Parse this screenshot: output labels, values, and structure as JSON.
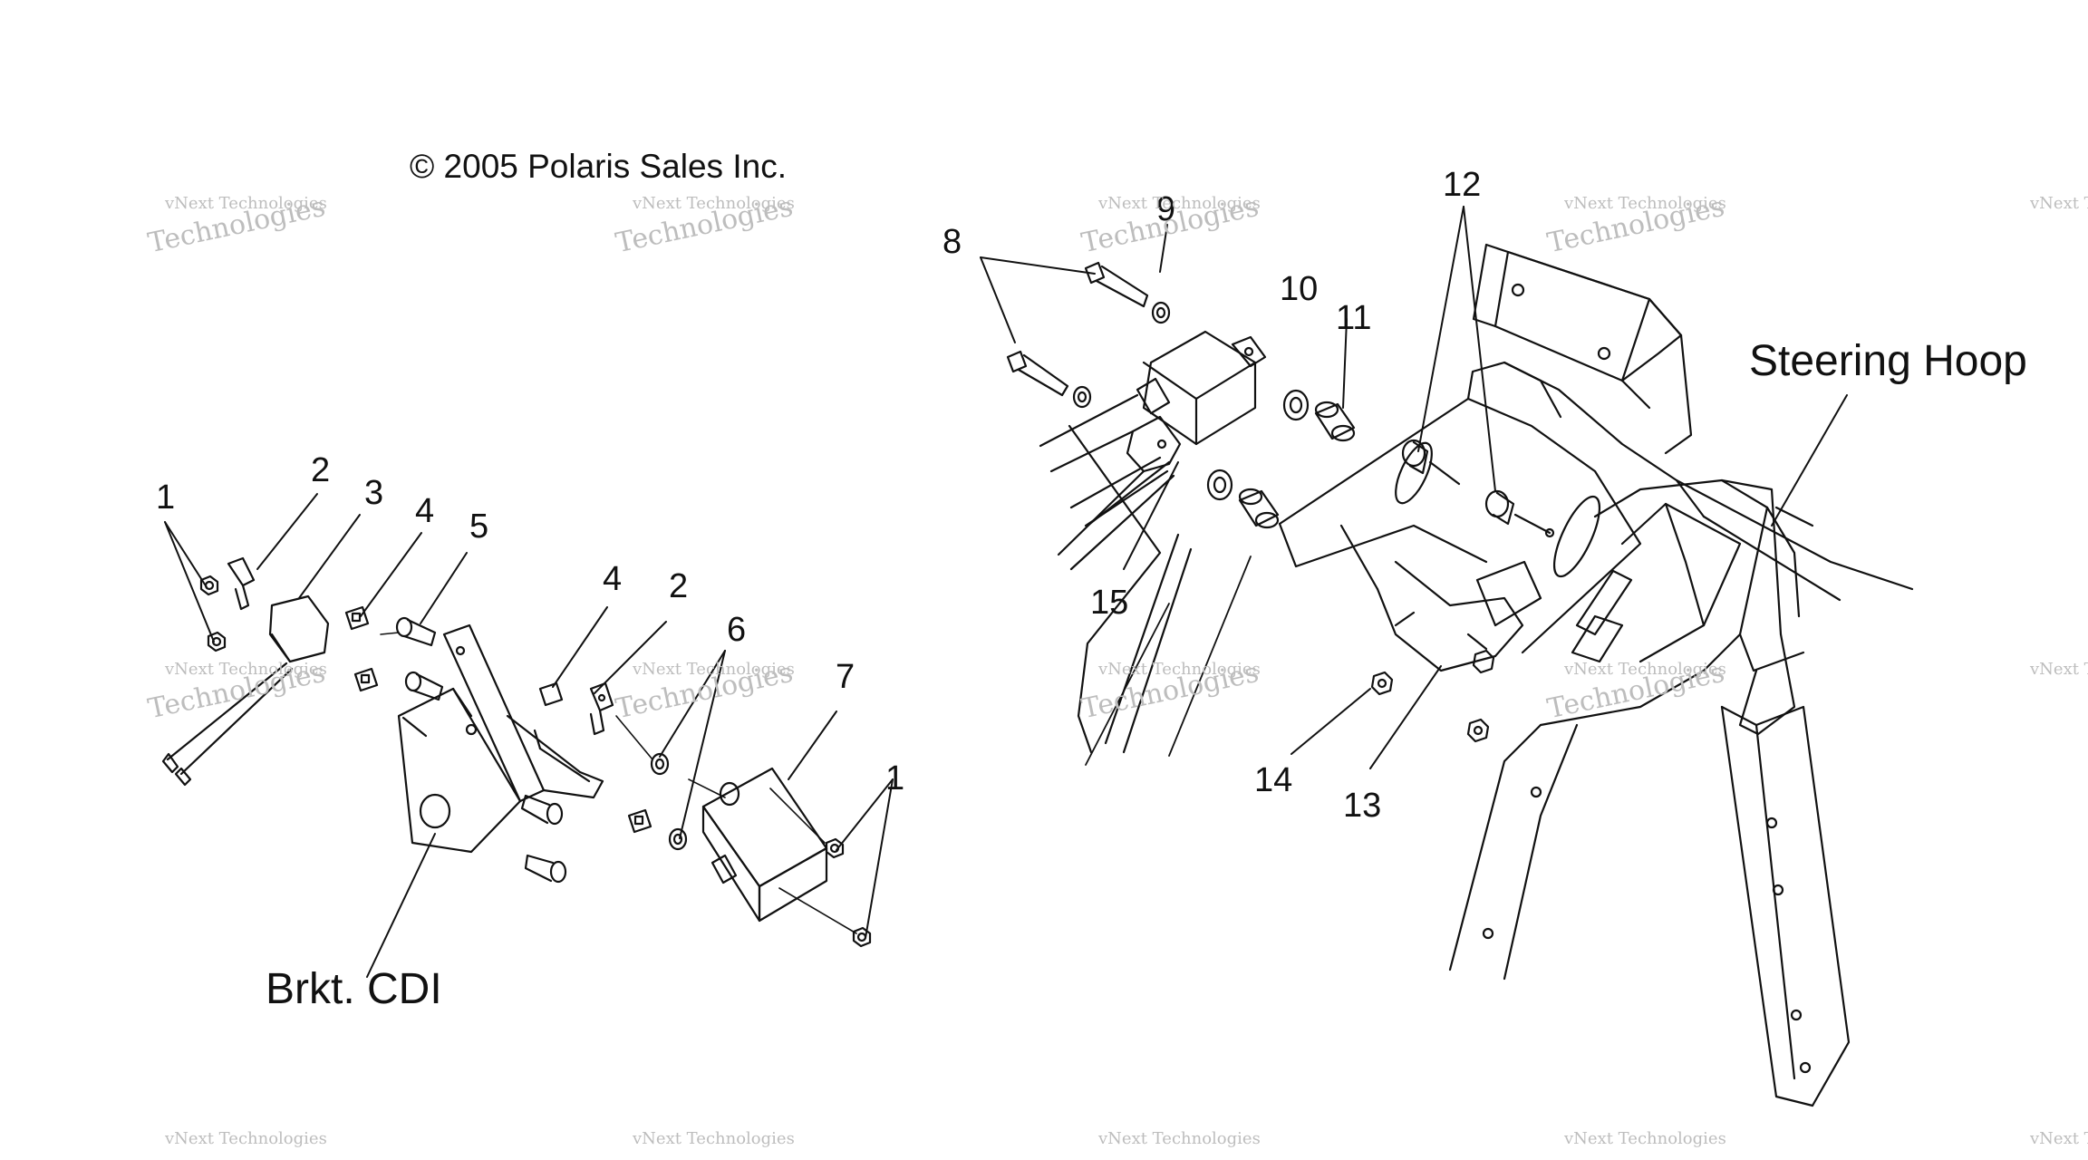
{
  "copyright": "© 2005 Polaris Sales Inc.",
  "labels": {
    "brkt_cdi": "Brkt. CDI",
    "steering_hoop": "Steering Hoop"
  },
  "callouts": {
    "c1a": "1",
    "c1b": "1",
    "c2a": "2",
    "c2b": "2",
    "c3": "3",
    "c4a": "4",
    "c4b": "4",
    "c5": "5",
    "c6": "6",
    "c7": "7",
    "c8": "8",
    "c9": "9",
    "c10": "10",
    "c11": "11",
    "c12": "12",
    "c13": "13",
    "c14": "14",
    "c15": "15"
  },
  "watermark": {
    "line1": "vNext Technologies",
    "line2": "Technologies"
  }
}
